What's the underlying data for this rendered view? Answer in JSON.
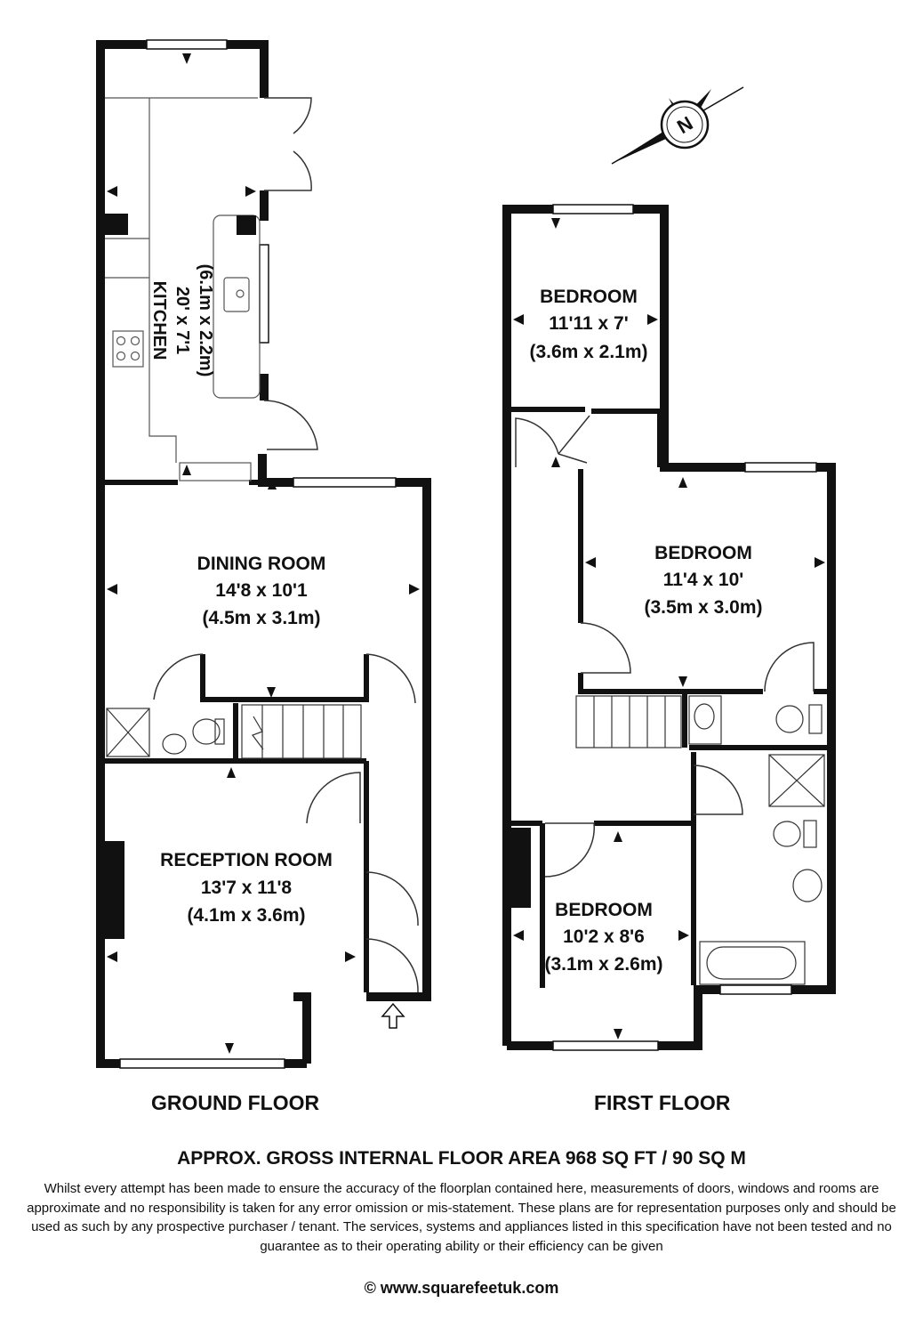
{
  "ground_floor": {
    "label": "GROUND FLOOR",
    "rooms": {
      "kitchen": {
        "name": "KITCHEN",
        "dims_imperial": "20' x 7'1",
        "dims_metric": "(6.1m x 2.2m)"
      },
      "dining": {
        "name": "DINING ROOM",
        "dims_imperial": "14'8 x 10'1",
        "dims_metric": "(4.5m x 3.1m)"
      },
      "reception": {
        "name": "RECEPTION ROOM",
        "dims_imperial": "13'7 x 11'8",
        "dims_metric": "(4.1m x 3.6m)"
      }
    }
  },
  "first_floor": {
    "label": "FIRST FLOOR",
    "rooms": {
      "bedroom_top": {
        "name": "BEDROOM",
        "dims_imperial": "11'11 x 7'",
        "dims_metric": "(3.6m x 2.1m)"
      },
      "bedroom_middle": {
        "name": "BEDROOM",
        "dims_imperial": "11'4 x 10'",
        "dims_metric": "(3.5m x 3.0m)"
      },
      "bedroom_bottom": {
        "name": "BEDROOM",
        "dims_imperial": "10'2 x 8'6",
        "dims_metric": "(3.1m x 2.6m)"
      }
    }
  },
  "compass": {
    "letter": "N"
  },
  "footer": {
    "area": "APPROX. GROSS INTERNAL FLOOR AREA 968 SQ FT / 90 SQ M",
    "disclaimer": "Whilst every attempt has been made to ensure the accuracy of the floorplan contained here, measurements of doors, windows and rooms are approximate and no responsibility is taken for any error omission or mis-statement. These plans are for representation purposes only and should  be used as such by any prospective purchaser / tenant. The services, systems and appliances listed in this specification have not been tested and no guarantee as to their operating ability or their efficiency can be given",
    "copyright": "© www.squarefeetuk.com"
  }
}
